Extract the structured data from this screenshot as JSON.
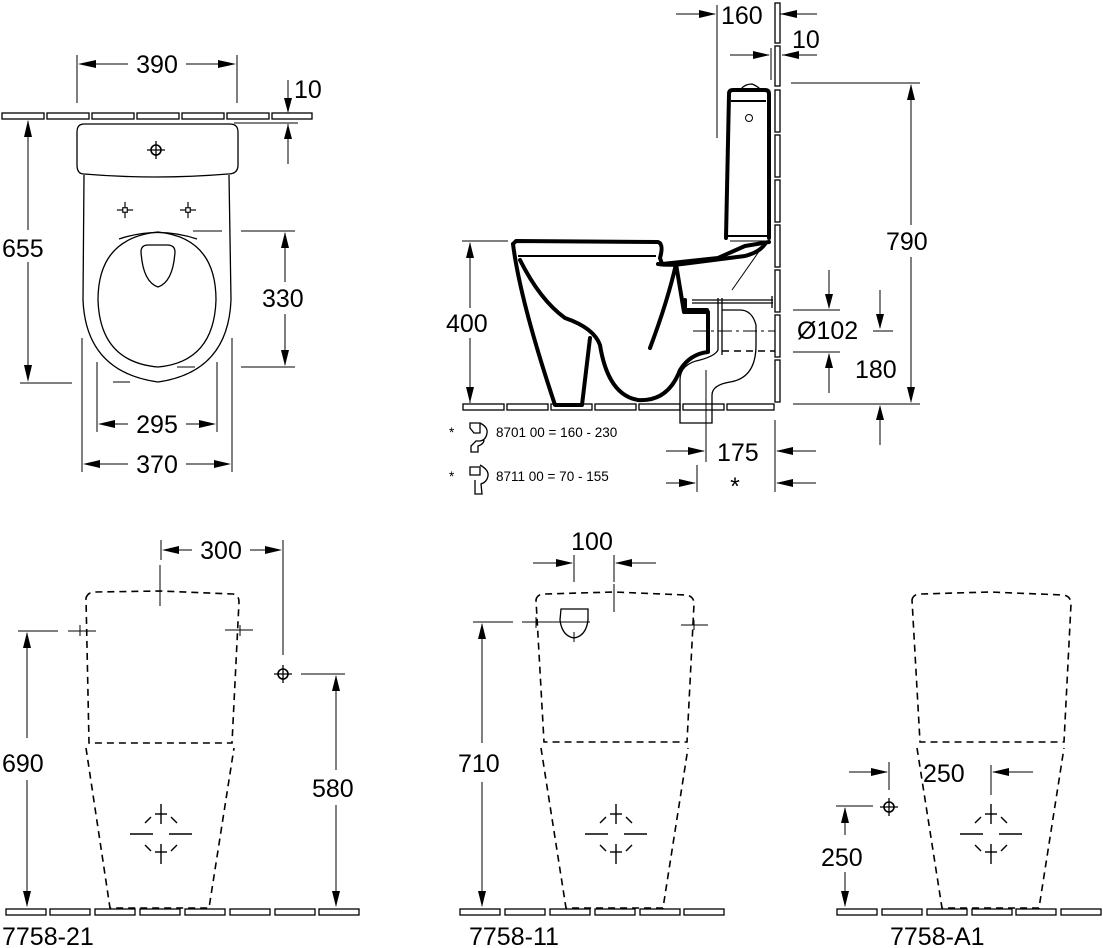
{
  "top_view": {
    "dims": {
      "width_top": "390",
      "wall_gap": "10",
      "depth": "655",
      "bowl_depth": "330",
      "inner_width": "295",
      "outer_width": "370"
    }
  },
  "side_view": {
    "dims": {
      "tank_depth": "160",
      "wall_gap": "10",
      "total_height": "790",
      "seat_height": "400",
      "outlet_diameter": "Ø102",
      "outlet_height": "180",
      "outlet_offset": "175",
      "asterisk": "*"
    },
    "notes": [
      {
        "marker": "*",
        "icon": "s-trap-connector-icon",
        "text": "8701 00 = 160 - 230"
      },
      {
        "marker": "*",
        "icon": "p-trap-connector-icon",
        "text": "8711 00 = 70 -   155"
      }
    ]
  },
  "variants": [
    {
      "code": "7758-21",
      "dims": {
        "horizontal": "300",
        "height": "690",
        "inlet_height": "580"
      }
    },
    {
      "code": "7758-11",
      "dims": {
        "horizontal": "100",
        "height": "710"
      }
    },
    {
      "code": "7758-A1",
      "dims": {
        "horizontal": "250",
        "inlet_height": "250"
      }
    }
  ]
}
